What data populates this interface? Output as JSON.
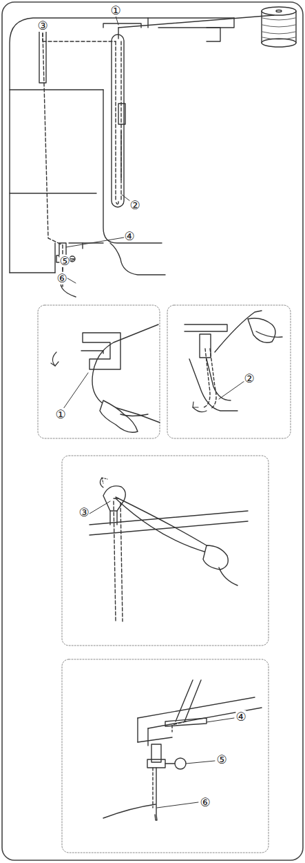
{
  "diagram": {
    "labels": [
      "①",
      "③",
      "②",
      "④",
      "⑤",
      "⑥",
      "①",
      "②",
      "③",
      "④",
      "⑤",
      "⑥"
    ]
  }
}
